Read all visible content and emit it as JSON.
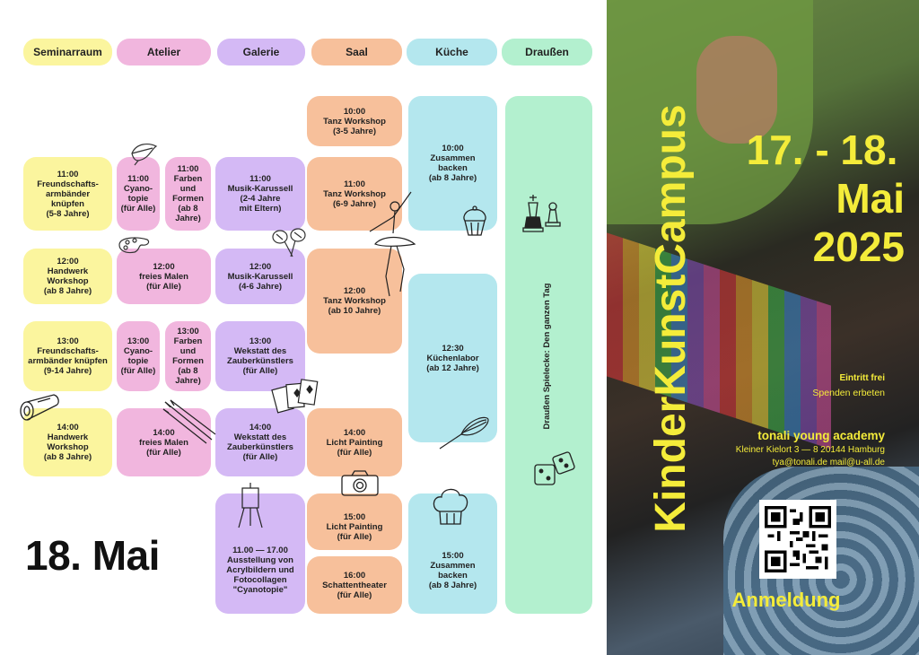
{
  "headers": [
    "Seminarraum",
    "Atelier",
    "Galerie",
    "Saal",
    "Küche",
    "Draußen"
  ],
  "events": {
    "sem1": "11:00\nFreundschafts-\narmbänder\nknüpfen\n(5-8 Jahre)",
    "sem2": "12:00\nHandwerk\nWorkshop\n(ab 8 Jahre)",
    "sem3": "13:00\nFreundschafts-\narmbänder knüpfen\n(9-14 Jahre)",
    "sem4": "14:00\nHandwerk Workshop\n(ab 8 Jahre)",
    "at1a": "11:00\nCyano-\ntopie\n(für Alle)",
    "at1b": "11:00\nFarben\nund\nFormen\n(ab 8\nJahre)",
    "at2": "12:00\nfreies Malen\n(für Alle)",
    "at3a": "13:00\nCyano-\ntopie\n(für Alle)",
    "at3b": "13:00\nFarben\nund\nFormen\n(ab 8\nJahre)",
    "at4": "14:00\nfreies Malen\n(für Alle)",
    "ga1": "11:00\nMusik-Karussell\n(2-4 Jahre\nmit Eltern)",
    "ga2": "12:00\nMusik-Karussell\n(4-6 Jahre)",
    "ga3": "13:00\nWekstatt des\nZauberkünstlers\n(für Alle)",
    "ga4": "14:00\nWekstatt des\nZauberkünstlers\n(für Alle)",
    "ga5": "11.00 — 17.00\nAusstellung von\nAcrylbildern und\nFotocollagen\n\"Cyanotopie\"",
    "sa1": "10:00\nTanz Workshop\n(3-5 Jahre)",
    "sa2": "11:00\nTanz Workshop\n(6-9 Jahre)",
    "sa3": "12:00\nTanz Workshop\n(ab 10 Jahre)",
    "sa4": "14:00\nLicht Painting\n(für Alle)",
    "sa5": "15:00\nLicht Painting\n(für Alle)",
    "sa6": "16:00\nSchattentheater\n(für Alle)",
    "ku1": "10:00\nZusammen\nbacken\n(ab 8 Jahre)",
    "ku2": "12:30\nKüchenlabor\n(ab 12 Jahre)",
    "ku3": "15:00\nZusammen\nbacken\n(ab 8 Jahre)",
    "dr1": "Draußen Spielecke: Den ganzen Tag"
  },
  "day_label": "18. Mai",
  "poster": {
    "title": "KinderKunstCampus",
    "date_line1": "17. - 18.",
    "date_line2": "Mai",
    "date_line3": "2025",
    "entry": "Eintritt frei",
    "donations": "Spenden erbeten",
    "org": "tonali young academy",
    "address": "Kleiner Kielort 3 — 8  20144 Hamburg",
    "emails": "tya@tonali.de  mail@u-all.de",
    "register": "Anmeldung"
  },
  "colors": {
    "yellow": "#fbf59e",
    "pink": "#f1b6de",
    "violet": "#d4b9f5",
    "orange": "#f7c09b",
    "cyan": "#b4e7ee",
    "green": "#b3f0cf",
    "poster_yellow": "#f4ec3a"
  }
}
